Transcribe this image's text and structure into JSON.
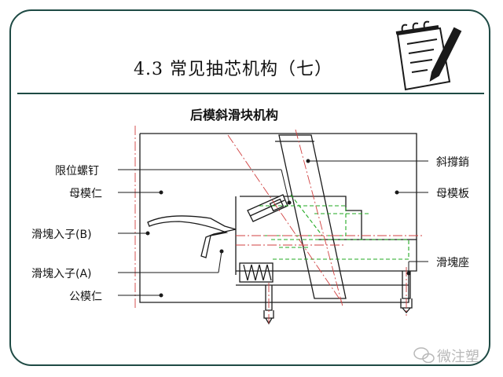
{
  "slide": {
    "title": "4.3  常见抽芯机构（七）",
    "subtitle": "后模斜滑块机构",
    "watermark": "微注塑"
  },
  "labels": {
    "limit_screw": "限位螺钉",
    "cavity_insert": "母模仁",
    "slide_insert_b": "滑塊入子(B)",
    "slide_insert_a": "滑塊入子(A)",
    "core_insert": "公模仁",
    "angle_pin": "斜撐銷",
    "cavity_plate": "母模板",
    "slide_seat": "滑塊座"
  },
  "icons": {
    "notes": "notepad-pencil-icon",
    "watermark": "wechat-icon"
  },
  "colors": {
    "frame": "#1e4a44",
    "drawing": "#1a1a1a",
    "centerline": "#d04040",
    "hidden": "#22aa22"
  }
}
